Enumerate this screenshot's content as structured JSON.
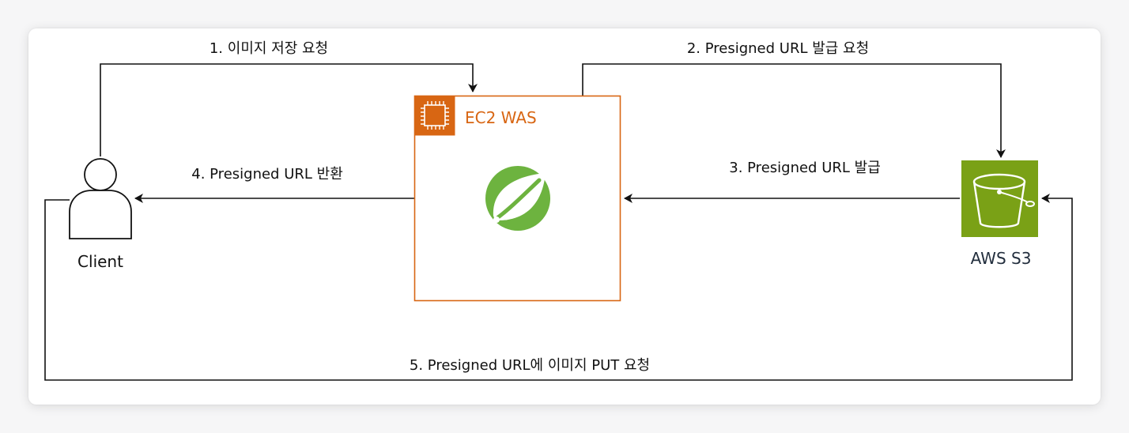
{
  "diagram": {
    "nodes": {
      "client": {
        "label": "Client",
        "icon": "user-icon"
      },
      "was": {
        "label": "EC2 WAS",
        "icon": "ec2-chip-icon",
        "logo": "spring-leaf-logo",
        "accent": "#d86613"
      },
      "s3": {
        "label": "AWS S3",
        "icon": "s3-bucket-icon",
        "accent": "#7aa116"
      }
    },
    "edges": [
      {
        "id": "1",
        "label": "1. 이미지 저장 요청"
      },
      {
        "id": "2",
        "label": "2. Presigned URL 발급 요청"
      },
      {
        "id": "3",
        "label": "3. Presigned URL 발급"
      },
      {
        "id": "4",
        "label": "4. Presigned URL 반환"
      },
      {
        "id": "5",
        "label": "5. Presigned URL에 이미지 PUT 요청"
      }
    ]
  }
}
